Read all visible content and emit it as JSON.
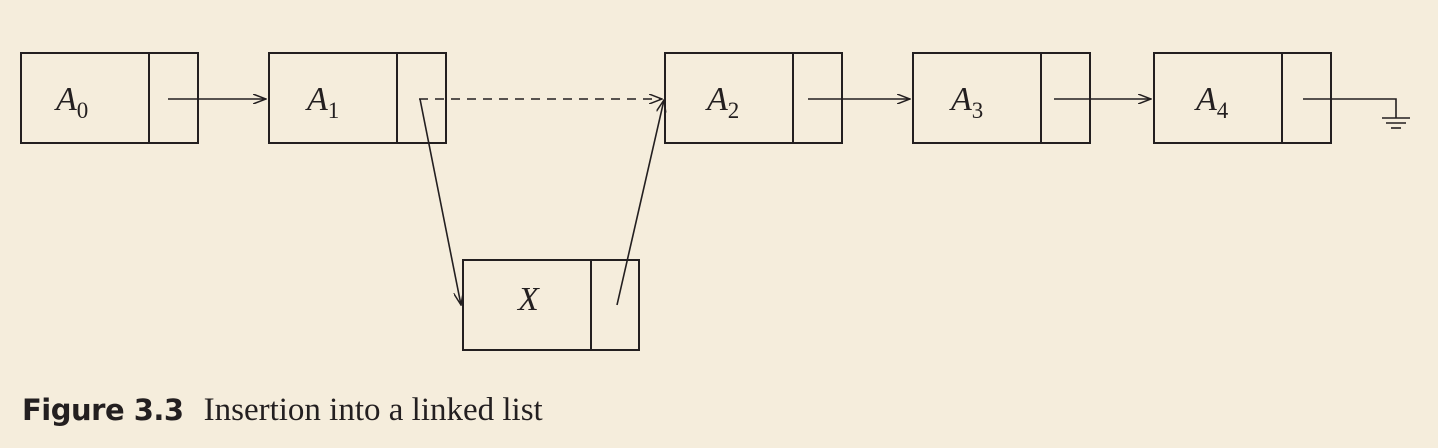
{
  "diagram": {
    "nodes": [
      {
        "id": "a0",
        "letter": "A",
        "subscript": "0"
      },
      {
        "id": "a1",
        "letter": "A",
        "subscript": "1"
      },
      {
        "id": "a2",
        "letter": "A",
        "subscript": "2"
      },
      {
        "id": "a3",
        "letter": "A",
        "subscript": "3"
      },
      {
        "id": "a4",
        "letter": "A",
        "subscript": "4"
      },
      {
        "id": "x",
        "letter": "X",
        "subscript": ""
      }
    ],
    "links": [
      {
        "from": "a0",
        "to": "a1",
        "style": "solid"
      },
      {
        "from": "a1",
        "to": "a2",
        "style": "dashed"
      },
      {
        "from": "a1",
        "to": "x",
        "style": "solid"
      },
      {
        "from": "x",
        "to": "a2",
        "style": "solid"
      },
      {
        "from": "a2",
        "to": "a3",
        "style": "solid"
      },
      {
        "from": "a3",
        "to": "a4",
        "style": "solid"
      },
      {
        "from": "a4",
        "to": "null",
        "style": "solid",
        "terminator": "ground"
      }
    ]
  },
  "caption": {
    "number": "Figure 3.3",
    "text": "Insertion into a linked list"
  }
}
